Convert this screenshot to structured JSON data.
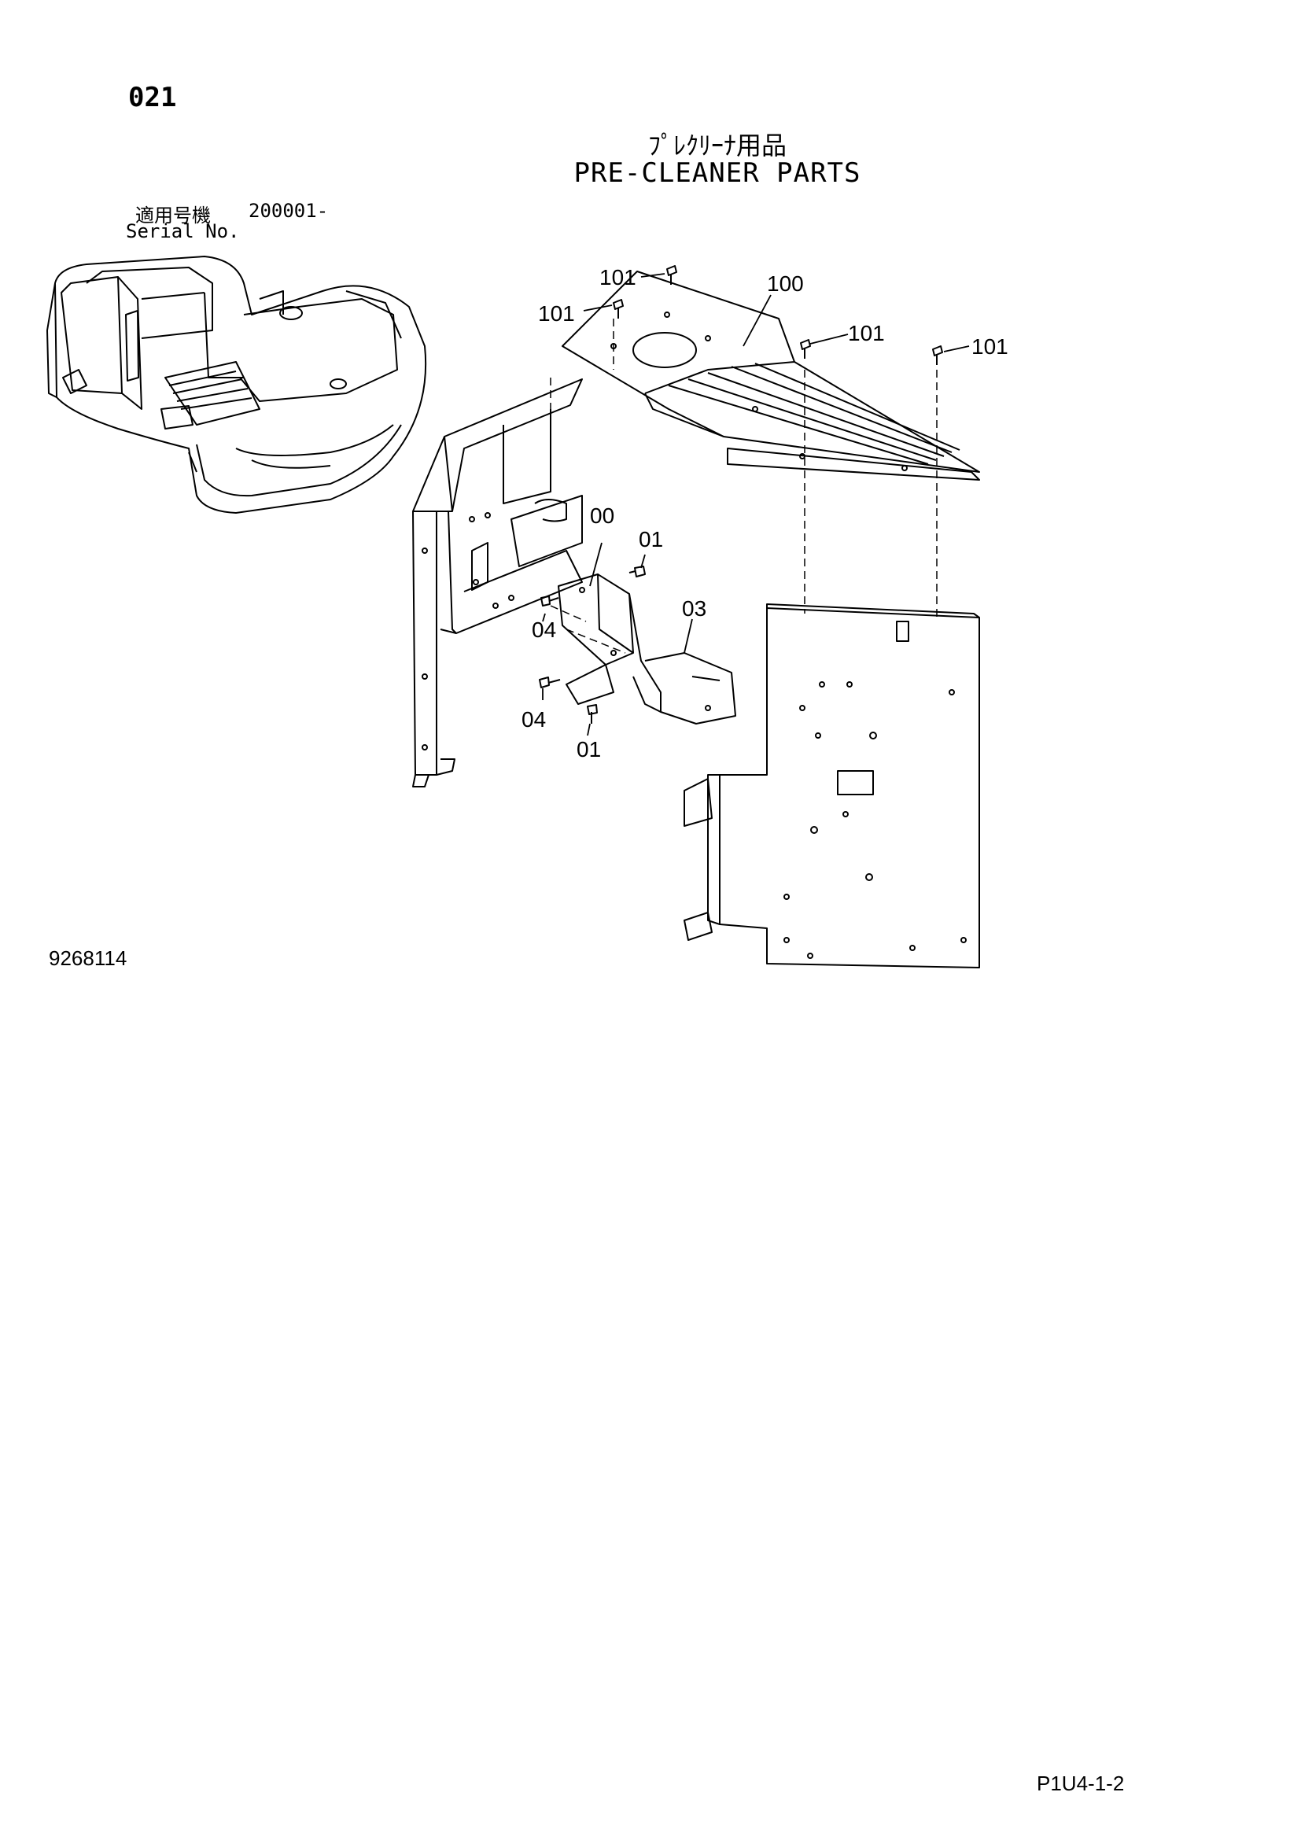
{
  "header": {
    "page_number": "021",
    "title_jp": "ﾌﾟﾚｸﾘｰﾅ用品",
    "title_en": "PRE-CLEANER PARTS",
    "serial_label_jp": "適用号機",
    "serial_value": "200001-",
    "serial_label_en": "Serial No."
  },
  "callouts": {
    "c101_a": "101",
    "c101_b": "101",
    "c100": "100",
    "c101_c": "101",
    "c101_d": "101",
    "c00": "00",
    "c01_a": "01",
    "c04_a": "04",
    "c03": "03",
    "c04_b": "04",
    "c01_b": "01"
  },
  "footer": {
    "figure_number": "9268114",
    "page_code": "P1U4-1-2"
  }
}
